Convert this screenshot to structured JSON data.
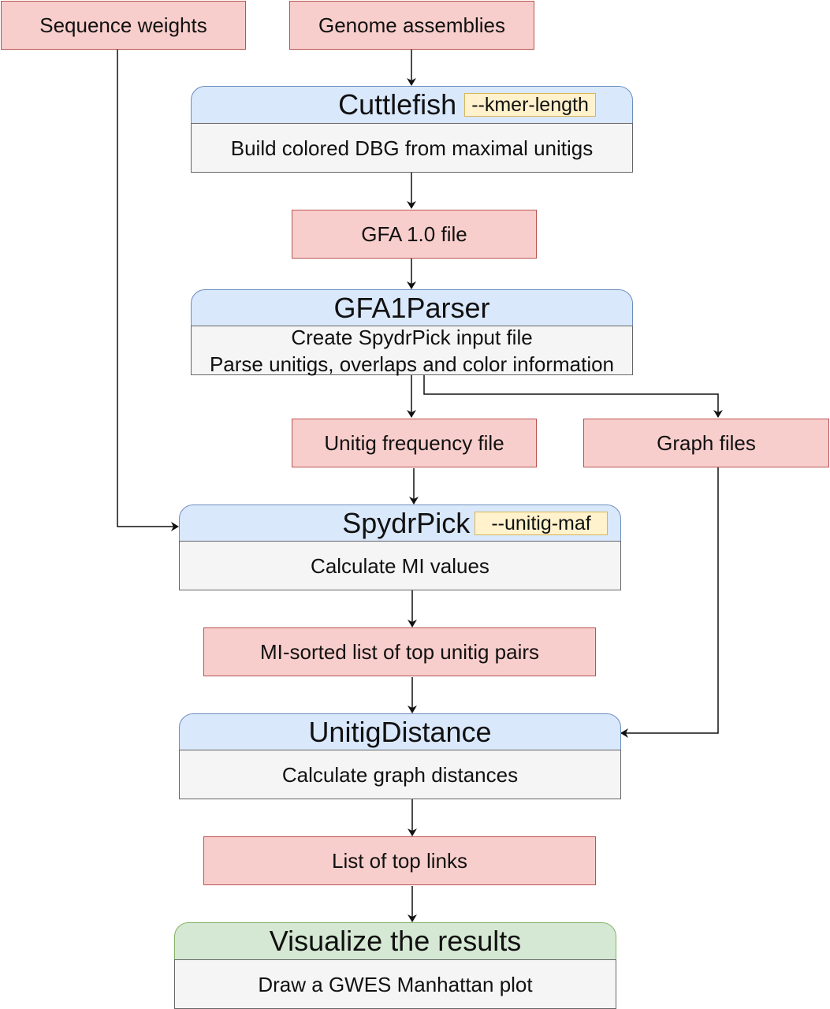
{
  "diagram": {
    "inputs": {
      "sequence_weights": "Sequence weights",
      "genome_assemblies": "Genome assemblies"
    },
    "steps": [
      {
        "id": "cuttlefish",
        "title": "Cuttlefish",
        "param": "--kmer-length",
        "lines": [
          "Build colored DBG from maximal unitigs"
        ],
        "color": "blue"
      },
      {
        "id": "gfa1parser",
        "title": "GFA1Parser",
        "param": null,
        "lines": [
          "Create SpydrPick input file",
          "Parse unitigs, overlaps and color information"
        ],
        "color": "blue"
      },
      {
        "id": "spydrpick",
        "title": "SpydrPick",
        "param": "--unitig-maf",
        "lines": [
          "Calculate MI values"
        ],
        "color": "blue"
      },
      {
        "id": "unitigdistance",
        "title": "UnitigDistance",
        "param": null,
        "lines": [
          "Calculate graph distances"
        ],
        "color": "blue"
      },
      {
        "id": "visualize",
        "title": "Visualize the results",
        "param": null,
        "lines": [
          "Draw a GWES Manhattan plot"
        ],
        "color": "green"
      }
    ],
    "files": {
      "gfa": "GFA 1.0 file",
      "unitig_freq": "Unitig frequency file",
      "graph_files": "Graph files",
      "mi_sorted": "MI-sorted list of top unitig pairs",
      "top_links": "List of top links"
    },
    "colors": {
      "data_fill": "#f8cecc",
      "data_stroke": "#b85450",
      "process_fill": "#dae8fc",
      "process_stroke": "#6c8ebf",
      "result_fill": "#d5e8d4",
      "result_stroke": "#82b366",
      "param_fill": "#fff2cc",
      "param_stroke": "#d6b656",
      "body_fill": "#f5f5f5",
      "body_stroke": "#666666"
    }
  }
}
